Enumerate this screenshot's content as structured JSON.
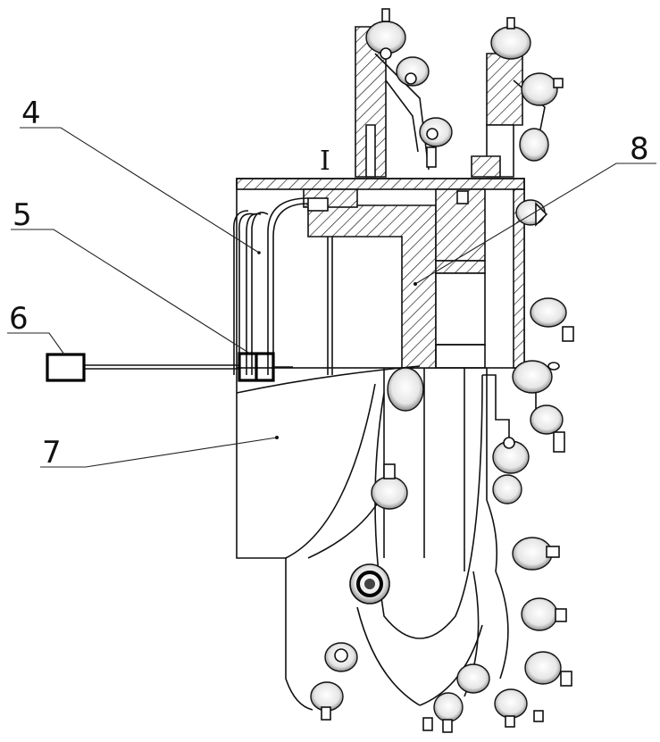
{
  "figure": {
    "callouts": [
      {
        "id": "4",
        "label": "4"
      },
      {
        "id": "5",
        "label": "5"
      },
      {
        "id": "6",
        "label": "6"
      },
      {
        "id": "7",
        "label": "7"
      },
      {
        "id": "8",
        "label": "8"
      }
    ],
    "section_mark": "I"
  }
}
